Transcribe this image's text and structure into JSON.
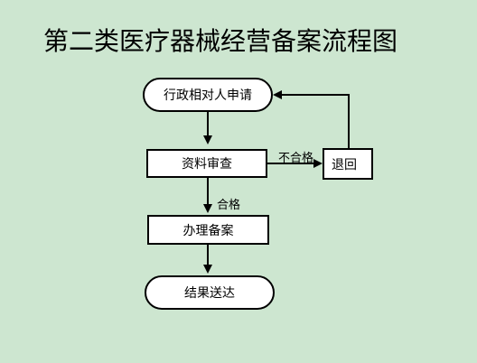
{
  "title": "第二类医疗器械经营备案流程图",
  "nodes": {
    "apply": "行政相对人申请",
    "review": "资料审查",
    "reject": "退回",
    "record": "办理备案",
    "result": "结果送达"
  },
  "edges": {
    "fail_label": "不合格",
    "pass_label": "合格"
  }
}
